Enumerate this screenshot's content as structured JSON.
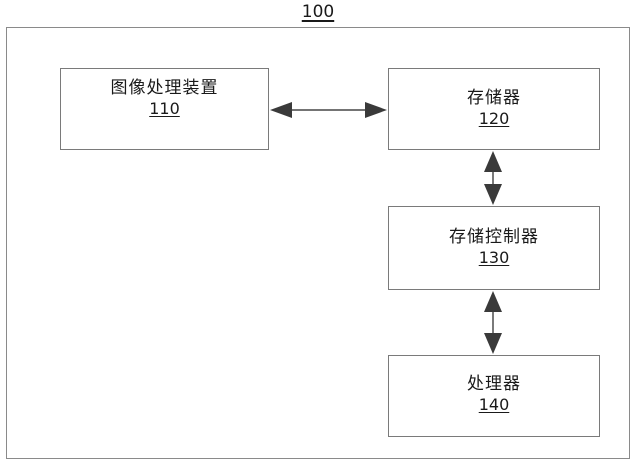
{
  "figure": {
    "ref": "100"
  },
  "blocks": {
    "image_processing_device": {
      "name": "图像处理装置",
      "ref": "110"
    },
    "memory": {
      "name": "存储器",
      "ref": "120"
    },
    "memory_controller": {
      "name": "存储控制器",
      "ref": "130"
    },
    "processor": {
      "name": "处理器",
      "ref": "140"
    }
  },
  "colors": {
    "line": "#222222",
    "border": "#7a7a7a",
    "text": "#1a1a1a"
  }
}
